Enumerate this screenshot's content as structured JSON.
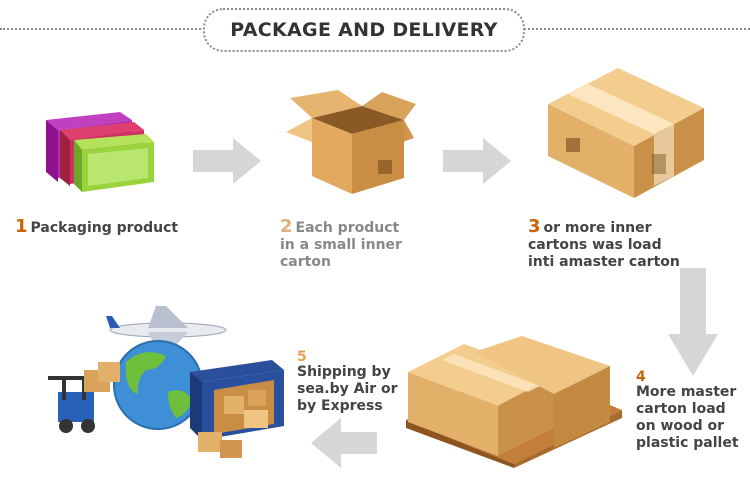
{
  "title": "PACKAGE AND DELIVERY",
  "colors": {
    "step1": "#c8640a",
    "step2": "#e0b07a",
    "step3": "#c8640a",
    "step4": "#c8640a",
    "step5": "#e8a050",
    "text1": "#444444",
    "text2": "#888888",
    "arrow": "#d6d6d6"
  },
  "steps": [
    {
      "num": "1",
      "lines": [
        "Packaging product"
      ]
    },
    {
      "num": "2",
      "lines": [
        "Each product",
        "in a small inner",
        "carton"
      ]
    },
    {
      "num": "3",
      "lines": [
        "or more inner",
        "cartons was load",
        "inti amaster carton"
      ]
    },
    {
      "num": "4",
      "lines": [
        "More master",
        "carton load",
        "on wood or",
        "plastic pallet"
      ]
    },
    {
      "num": "5",
      "lines": [
        "Shipping by",
        "sea.by Air or",
        "by Express"
      ]
    }
  ],
  "icons": [
    "product-packaging-icon",
    "open-carton-icon",
    "master-carton-icon",
    "pallet-cartons-icon",
    "globe-shipping-icon"
  ]
}
